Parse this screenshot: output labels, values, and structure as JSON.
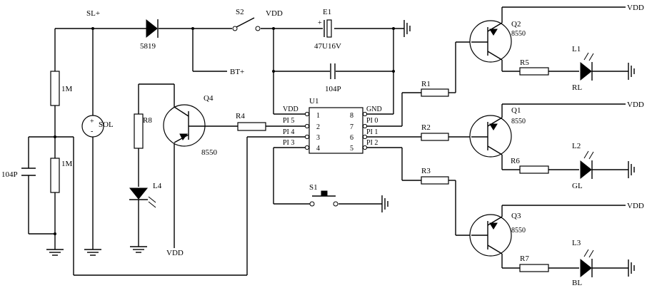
{
  "nets": {
    "sl_plus": "SL+",
    "bt_plus": "BT+",
    "vdd": "VDD"
  },
  "switches": {
    "s1": "S1",
    "s2": "S2"
  },
  "diode": {
    "ref": "5819"
  },
  "solar": {
    "ref": "SOL",
    "plus": "+",
    "minus": "-"
  },
  "capacitors": {
    "e1_ref": "E1",
    "e1_value": "47U16V",
    "c2_value": "104P",
    "c3_value": "104P"
  },
  "resistors": {
    "r_top": "1M",
    "r_bottom": "1M",
    "r1": "R1",
    "r2": "R2",
    "r3": "R3",
    "r4": "R4",
    "r5": "R5",
    "r6": "R6",
    "r7": "R7",
    "r8": "R8"
  },
  "q4": {
    "ref": "Q4",
    "type": "8550"
  },
  "ic": {
    "ref": "U1",
    "left_pins": [
      {
        "name": "VDD",
        "num": "1"
      },
      {
        "name": "PI 5",
        "num": "2"
      },
      {
        "name": "PI 4",
        "num": "3"
      },
      {
        "name": "PI 3",
        "num": "4"
      }
    ],
    "right_pins": [
      {
        "name": "GND",
        "num": "8"
      },
      {
        "name": "PI 0",
        "num": "7"
      },
      {
        "name": "PI 1",
        "num": "6"
      },
      {
        "name": "PI 2",
        "num": "5"
      }
    ]
  },
  "transistors": [
    {
      "ref": "Q2",
      "type": "8550"
    },
    {
      "ref": "Q1",
      "type": "8550"
    },
    {
      "ref": "Q3",
      "type": "8550"
    }
  ],
  "leds": [
    {
      "ref": "L1",
      "name": "RL"
    },
    {
      "ref": "L2",
      "name": "GL"
    },
    {
      "ref": "L3",
      "name": "BL"
    },
    {
      "ref": "L4"
    }
  ]
}
